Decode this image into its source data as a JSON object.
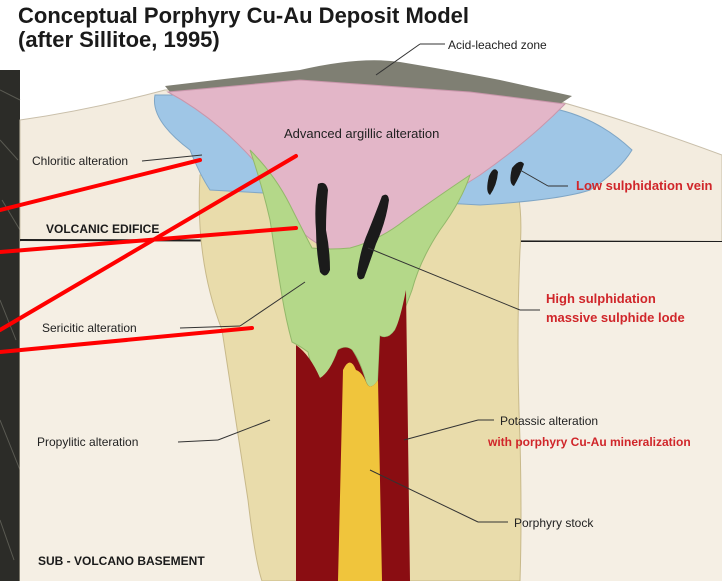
{
  "title": {
    "line1": "Conceptual Porphyry Cu-Au Deposit Model",
    "line2": "(after Sillitoe, 1995)"
  },
  "labels": {
    "acid_leached": "Acid-leached zone",
    "advanced_argillic": "Advanced argillic alteration",
    "chloritic": "Chloritic alteration",
    "low_sulphidation": "Low sulphidation vein",
    "volcanic_edifice": "VOLCANIC EDIFICE",
    "high_sulphidation_1": "High sulphidation",
    "high_sulphidation_2": "massive sulphide lode",
    "sericitic": "Sericitic alteration",
    "potassic_1": "Potassic alteration",
    "potassic_2": "with porphyry Cu-Au mineralization",
    "propylitic": "Propylitic alteration",
    "porphyry_stock": "Porphyry stock",
    "basement": "SUB - VOLCANO BASEMENT"
  },
  "colors": {
    "background_edifice": "#f3ecdf",
    "basement": "#f5efe4",
    "propylitic_zone": "#e9dcab",
    "chloritic_zone": "#9fc6e6",
    "acid_leached_cap": "#7f7f73",
    "advanced_argillic_zone": "#e3b6c8",
    "sericitic_zone": "#b4d889",
    "potassic_zone": "#8a0d12",
    "porphyry_stock": "#f0c53c",
    "vein_black": "#1b1b1b",
    "red_label": "#d0262a",
    "pointer_red": "#ff0000",
    "dark_panel": "#2c2c28"
  }
}
